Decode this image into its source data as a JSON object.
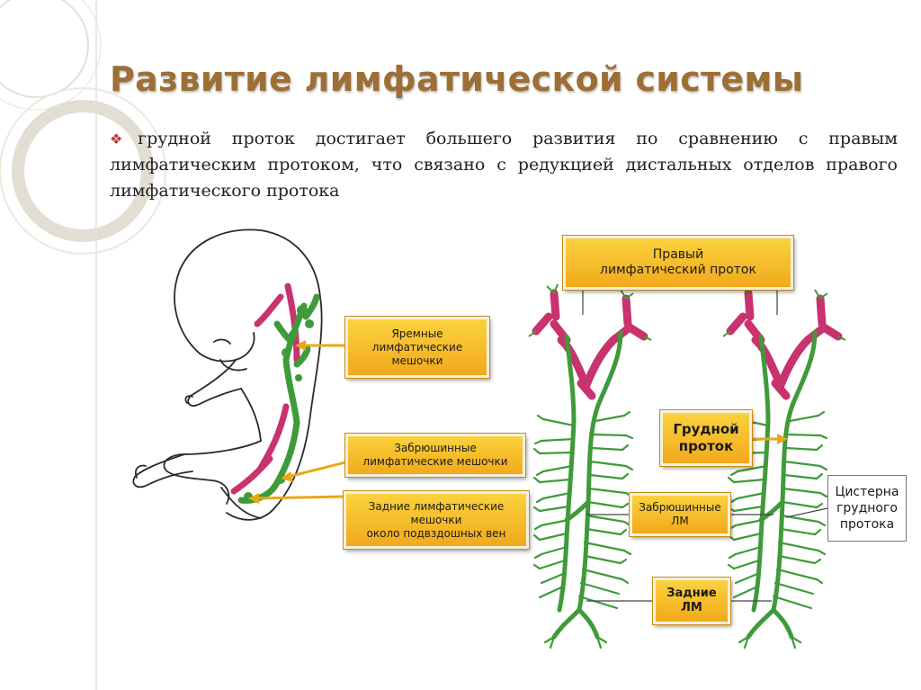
{
  "slide": {
    "title": "Развитие лимфатической системы",
    "bullet_symbol": "❖",
    "bullet_text": "грудной проток достигает большего развития по сравнению с правым лимфатическим протоком, что связано с редукцией дистальных отделов правого лимфатического протока"
  },
  "embryo_labels": {
    "jugular": "Яремные\nлимфатические\nмешочки",
    "retroperitoneal": "Забрюшинные\nлимфатические мешочки",
    "posterior": "Задние  лимфатические\nмешочки\nоколо подвздошных вен"
  },
  "duct_labels": {
    "right_duct": "Правый\nлимфатический проток",
    "thoracic_duct": "Грудной\nпроток",
    "retroperitoneal_short": "Забрюшинные\nЛМ",
    "posterior_short": "Задние\nЛМ",
    "cisterna": "Цистерна\nгрудного\nпротока"
  },
  "colors": {
    "title": "#9c6f35",
    "label_fill": "#f6b928",
    "lymph_green": "#3f9a3a",
    "vein_magenta": "#c8326f",
    "bullet": "#c0392b"
  }
}
